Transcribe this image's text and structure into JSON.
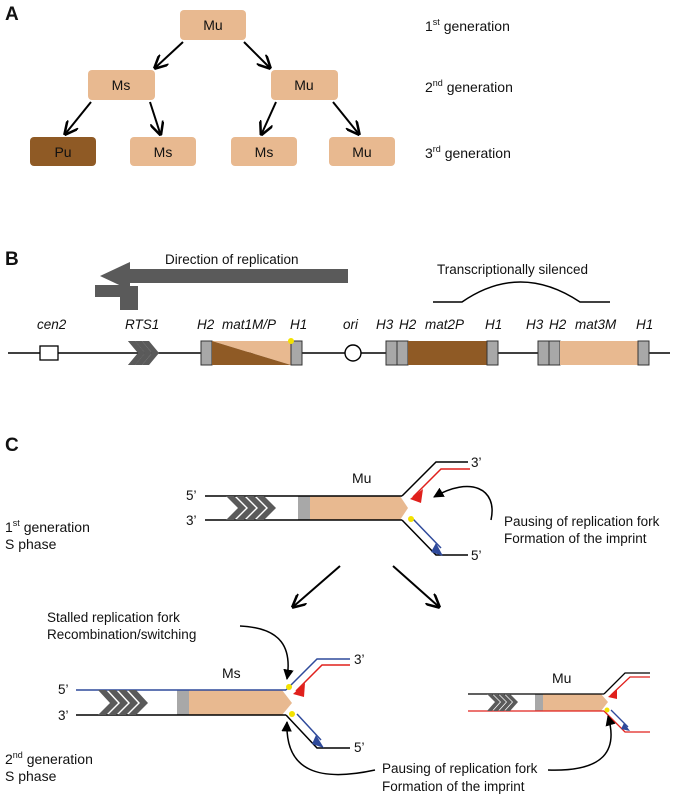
{
  "colors": {
    "light_cell": "#e8b990",
    "dark_cell": "#8f5a25",
    "gray_box": "#a8a8a8",
    "dark_gray": "#5a5a5a",
    "red_strand": "#e0201c",
    "blue_strand": "#2f4a9b",
    "yellow_dot": "#f3e200",
    "cen_box": "#ffffff"
  },
  "icons": {
    "rts1": "gray-chevron-arrowheads-icon",
    "direction": "left-arrow-icon",
    "imprint": "yellow-dot-icon"
  },
  "panelA": {
    "letter": "A",
    "cells": {
      "gen1": "Mu",
      "gen2_left": "Ms",
      "gen2_right": "Mu",
      "gen3_1": "Pu",
      "gen3_2": "Ms",
      "gen3_3": "Ms",
      "gen3_4": "Mu"
    },
    "generations": [
      {
        "num": "1",
        "sup": "st",
        "rest": " generation"
      },
      {
        "num": "2",
        "sup": "nd",
        "rest": " generation"
      },
      {
        "num": "3",
        "sup": "rd",
        "rest": " generation"
      }
    ]
  },
  "panelB": {
    "letter": "B",
    "direction_label": "Direction of replication",
    "silenced_label": "Transcriptionally silenced",
    "labels": {
      "cen2": "cen2",
      "rts1": "RTS1",
      "h2_a": "H2",
      "mat1": "mat1M/P",
      "h1_a": "H1",
      "ori": "ori",
      "h3_b": "H3",
      "h2_b": "H2",
      "mat2p": "mat2P",
      "h1_b": "H1",
      "h3_c": "H3",
      "h2_c": "H2",
      "mat3m": "mat3M",
      "h1_c": "H1"
    }
  },
  "panelC": {
    "letter": "C",
    "gen1_line1": "1st generation",
    "gen1_line2": "S phase",
    "gen2_line1": "2nd generation",
    "gen2_line2": "S phase",
    "top_mu": "Mu",
    "ms_label": "Ms",
    "right_mu": "Mu",
    "pausing_top_1": "Pausing of replication fork",
    "pausing_top_2": "Formation of the imprint",
    "stalled_1": "Stalled replication fork",
    "stalled_2": "Recombination/switching",
    "pausing_bottom_1": "Pausing of replication fork",
    "pausing_bottom_2": "Formation of the imprint",
    "five_prime": "5’",
    "three_prime": "3’"
  }
}
